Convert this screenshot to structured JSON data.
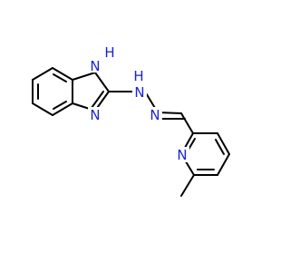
{
  "molecule": {
    "atoms": {
      "n_imidazole_nh": "N",
      "h_imidazole_nh": "H",
      "n_imidazole": "N",
      "n_hydrazine_nh": "N",
      "h_hydrazine_nh": "H",
      "n_imine": "N",
      "n_pyridine": "N"
    },
    "colors": {
      "bond": "#000000",
      "heteroatom": "#1a22d6",
      "background": "#ffffff"
    }
  }
}
